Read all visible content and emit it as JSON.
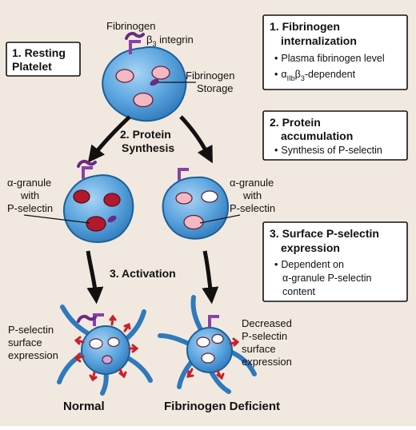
{
  "steps": {
    "resting": [
      "1. Resting",
      "Platelet"
    ],
    "synthesis": [
      "2. Protein",
      "Synthesis"
    ],
    "activation": "3. Activation"
  },
  "top_labels": {
    "fibrinogen": "Fibrinogen",
    "integrin_prefix": "β",
    "integrin_sub": "3",
    "integrin_suffix": " integrin",
    "storage": [
      "Fibrinogen",
      "Storage"
    ]
  },
  "middle_labels": {
    "left": [
      "α-granule",
      "with",
      "P-selectin"
    ],
    "right": [
      "α-granule",
      "with",
      "P-selectin"
    ]
  },
  "bottom_labels": {
    "left": [
      "P-selectin",
      "surface",
      "expression"
    ],
    "right": [
      "Decreased",
      "P-selectin",
      "surface",
      "expression"
    ]
  },
  "footer": {
    "normal": "Normal",
    "deficient": "Fibrinogen Deficient"
  },
  "info_boxes": [
    {
      "title": [
        "1. Fibrinogen",
        "internalization"
      ],
      "bullets": [
        {
          "text": [
            "Plasma fibrinogen level"
          ]
        },
        {
          "text": [
            "α",
            "IIb",
            "β",
            "3",
            "-dependent"
          ]
        }
      ]
    },
    {
      "title": [
        "2. Protein",
        "accumulation"
      ],
      "bullets": [
        {
          "text": [
            "Synthesis of P-selectin"
          ]
        }
      ]
    },
    {
      "title": [
        "3. Surface P-selectin",
        "expression"
      ],
      "bullets": [
        {
          "text": [
            "Dependent on",
            "α-granule P-selectin",
            "content"
          ]
        }
      ]
    }
  ],
  "bullet_symbol": "•",
  "colors": {
    "background": "#f1e9df",
    "platelet": "#5ea7e0",
    "platelet_edge": "#1e5f96",
    "granule_pink": "#f2b9c4",
    "granule_dark": "#b11a2e",
    "integrin": "#8b3fa8",
    "p_selectin": "#c8202c"
  }
}
